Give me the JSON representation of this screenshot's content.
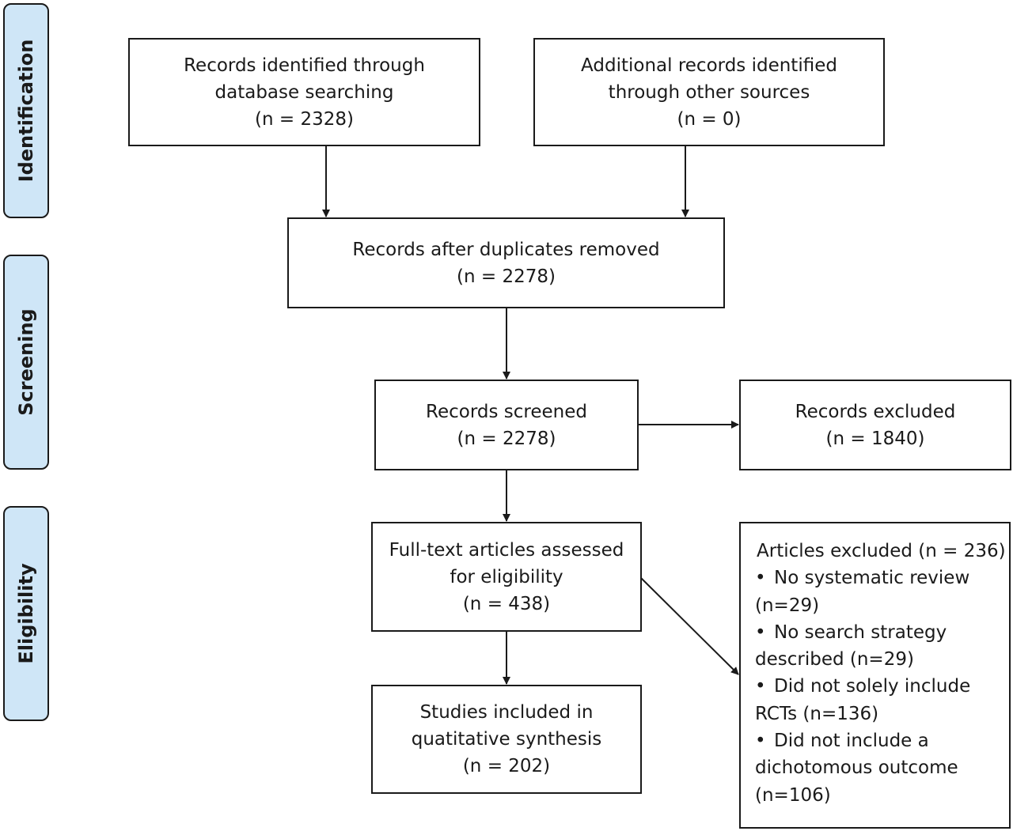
{
  "stages": [
    {
      "id": "identification",
      "label": "Identification"
    },
    {
      "id": "screening",
      "label": "Screening"
    },
    {
      "id": "eligibility",
      "label": "Eligibility"
    }
  ],
  "boxes": {
    "database": {
      "lines": [
        "Records identified through",
        "database searching",
        "(n = 2328)"
      ]
    },
    "other_sources": {
      "lines": [
        "Additional records identified",
        "through other sources",
        "(n = 0)"
      ]
    },
    "duplicates_removed": {
      "lines": [
        "Records after duplicates removed",
        "(n = 2278)"
      ]
    },
    "screened": {
      "lines": [
        "Records screened",
        "(n = 2278)"
      ]
    },
    "excluded": {
      "lines": [
        "Records excluded",
        "(n = 1840)"
      ]
    },
    "fulltext": {
      "lines": [
        "Full-text articles assessed",
        "for eligibility",
        "(n = 438)"
      ]
    },
    "included": {
      "lines": [
        "Studies included in",
        "quatitative synthesis",
        "(n = 202)"
      ]
    },
    "articles_excluded": {
      "heading": "Articles excluded (n = 236)",
      "bullet": "•",
      "items": [
        [
          "No systematic review",
          "(n=29)"
        ],
        [
          "No search strategy",
          "described (n=29)"
        ],
        [
          "Did not solely include",
          "RCTs (n=136)"
        ],
        [
          "Did not include a",
          "dichotomous outcome",
          "(n=106)"
        ]
      ]
    }
  }
}
